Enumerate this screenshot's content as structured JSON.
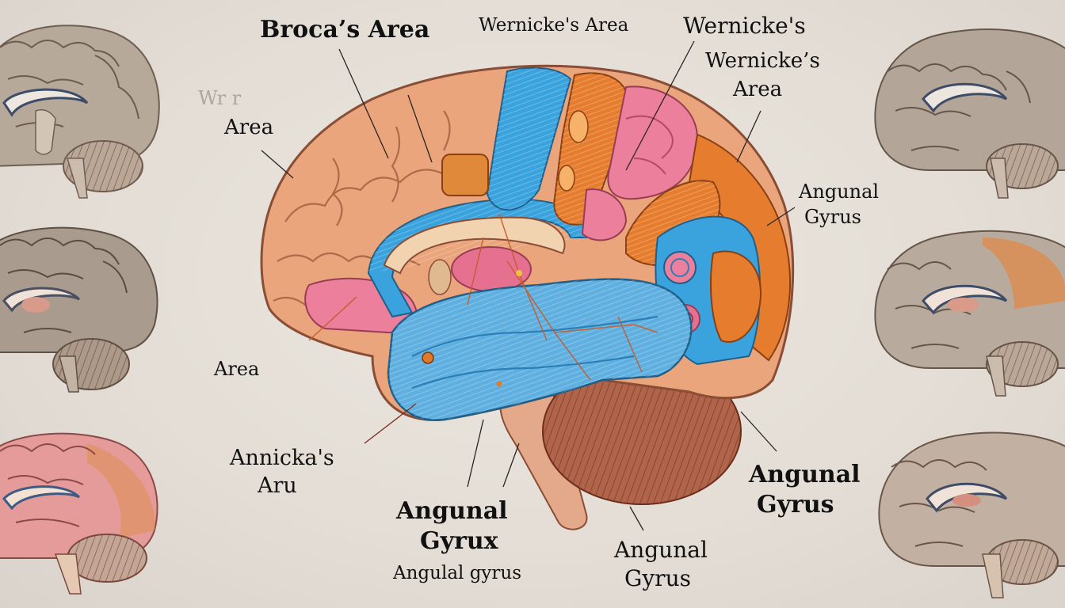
{
  "diagram": {
    "type": "anatomical-illustration",
    "subject": "Human brain, sagittal/lateral view with colored regions",
    "colors": {
      "background": "#e6e1da",
      "frontal_lobe": "#eaa57c",
      "cingulate_blue": "#3aa3dd",
      "temporal_blue": "#5fb0e0",
      "parietal_orange": "#e67d2e",
      "pink_region": "#ec7f9c",
      "cerebellum": "#b0644a",
      "brainstem": "#e3a98a",
      "corpus_callosum": "#f2d3b0",
      "side_brain_gray": "#b3a597",
      "side_brain_pink": "#e59b9a"
    },
    "labels": [
      {
        "id": "brocas-area-top",
        "text": "Broca’s Area"
      },
      {
        "id": "wernickes-area-top",
        "text": "Wernicke's Area"
      },
      {
        "id": "wernickes-upper",
        "text": "Wernicke's"
      },
      {
        "id": "wernickes-area-stack-1",
        "text": "Wernicke’s"
      },
      {
        "id": "wernickes-area-stack-2",
        "text": "Area"
      },
      {
        "id": "ghost-text",
        "text": "Wr r"
      },
      {
        "id": "area-left-upper",
        "text": "Area"
      },
      {
        "id": "angunal-gyrus-right-1",
        "text": "Angunal"
      },
      {
        "id": "angunal-gyrus-right-2",
        "text": "Gyrus"
      },
      {
        "id": "area-left-lower",
        "text": "Area"
      },
      {
        "id": "annickas-1",
        "text": "Annicka's"
      },
      {
        "id": "annickas-2",
        "text": "Aru"
      },
      {
        "id": "angunal-gyrux-1",
        "text": "Angunal"
      },
      {
        "id": "angunal-gyrux-2",
        "text": "Gyrux"
      },
      {
        "id": "angulal-gyrus-small",
        "text": "Angulal gyrus"
      },
      {
        "id": "angunal-gyrus-bottom-1",
        "text": "Angunal"
      },
      {
        "id": "angunal-gyrus-bottom-2",
        "text": "Gyrus"
      },
      {
        "id": "angunal-gyrus-bigright-1",
        "text": "Angunal"
      },
      {
        "id": "angunal-gyrus-bigright-2",
        "text": "Gyrus"
      }
    ],
    "side_brains": {
      "left": [
        "gray-medial-top",
        "gray-medial-middle",
        "pink-lateral-bottom"
      ],
      "right": [
        "gray-medial-top",
        "gray-orange-middle",
        "gray-lateral-bottom"
      ]
    }
  }
}
